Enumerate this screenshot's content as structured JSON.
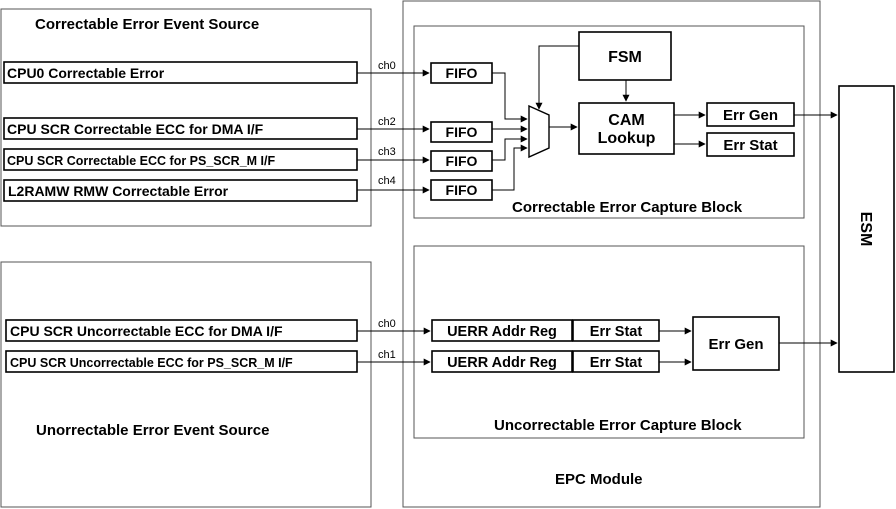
{
  "correctable_source": {
    "title": "Correctable Error Event Source",
    "inputs": [
      {
        "label": "CPU0 Correctable Error",
        "channel": "ch0"
      },
      {
        "label": "CPU SCR Correctable ECC for DMA I/F",
        "channel": "ch2"
      },
      {
        "label": "CPU  SCR Correctable ECC for PS_SCR_M I/F",
        "channel": "ch3"
      },
      {
        "label": "L2RAMW RMW Correctable Error",
        "channel": "ch4"
      }
    ]
  },
  "uncorrectable_source": {
    "title": "Unorrectable Error Event Source",
    "inputs": [
      {
        "label": "CPU SCR Uncorrectable ECC for DMA I/F",
        "channel": "ch0"
      },
      {
        "label": "CPU SCR Uncorrectable ECC for PS_SCR_M I/F",
        "channel": "ch1"
      }
    ]
  },
  "epc_module": {
    "title": "EPC Module",
    "correctable_block": {
      "title": "Correctable Error Capture Block",
      "fifo_label": "FIFO",
      "fsm_label": "FSM",
      "cam_label_line1": "CAM",
      "cam_label_line2": "Lookup",
      "err_gen_label": "Err Gen",
      "err_stat_label": "Err Stat"
    },
    "uncorrectable_block": {
      "title": "Uncorrectable Error Capture Block",
      "addr_reg_label": "UERR Addr Reg",
      "err_stat_label": "Err Stat",
      "err_gen_label": "Err Gen"
    }
  },
  "esm": {
    "label": "ESM"
  }
}
